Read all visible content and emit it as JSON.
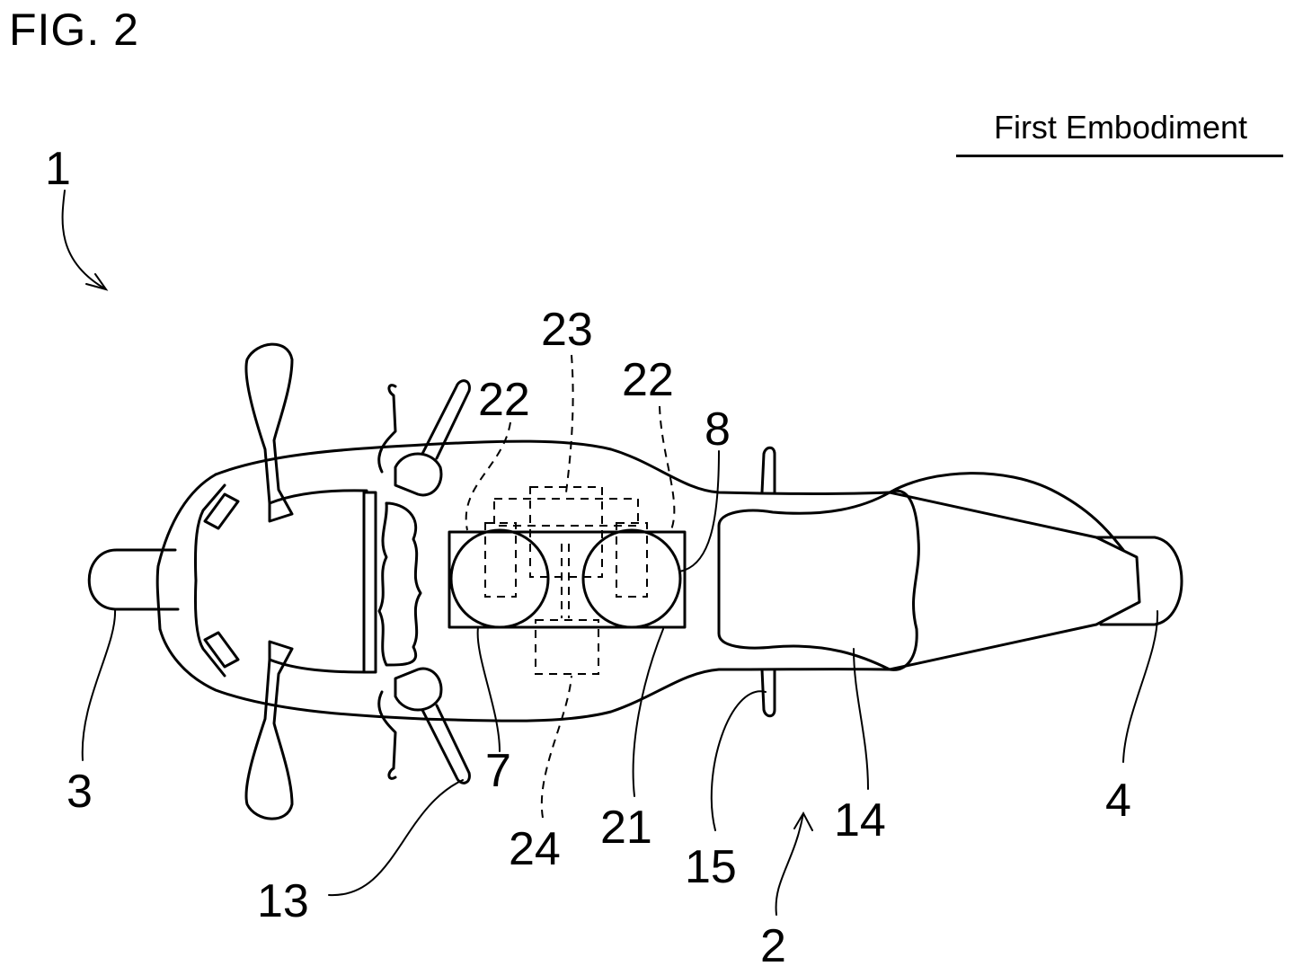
{
  "figure": {
    "title": "FIG. 2",
    "subtitle": "First Embodiment"
  },
  "reference_numerals": {
    "vehicle": "1",
    "arrow_2": "2",
    "front": "3",
    "rear": "4",
    "item_7": "7",
    "item_8": "8",
    "handlebar": "13",
    "seat": "14",
    "item_15": "15",
    "item_21": "21",
    "item_22_left": "22",
    "item_22_right": "22",
    "item_23": "23",
    "item_24": "24"
  }
}
